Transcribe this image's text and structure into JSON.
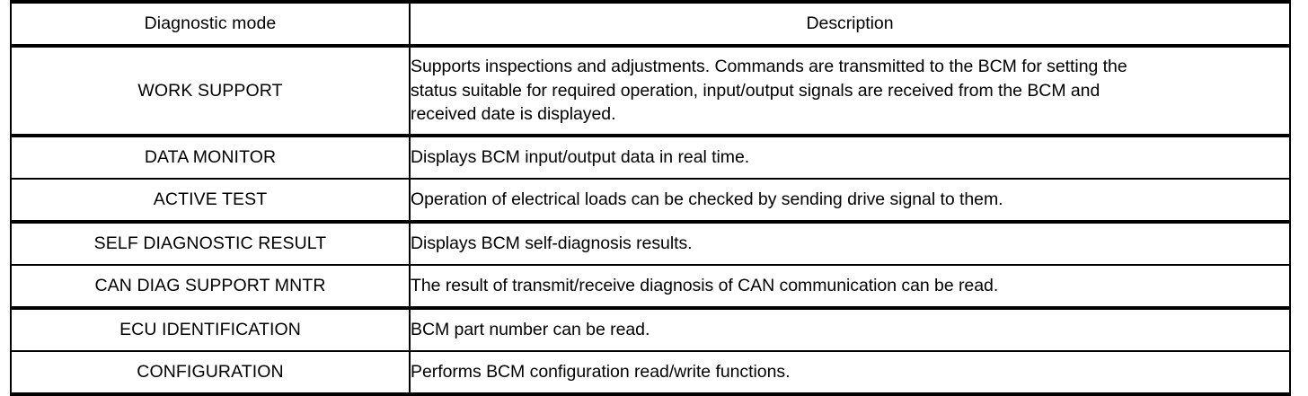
{
  "table": {
    "columns": [
      {
        "key": "mode",
        "label": "Diagnostic mode"
      },
      {
        "key": "description",
        "label": "Description"
      }
    ],
    "rows": [
      {
        "mode": "WORK SUPPORT",
        "description": "Supports inspections and adjustments. Commands are transmitted to the BCM for setting the status suitable for required operation, input/output signals are received from the BCM and received date is displayed.",
        "description_lines": [
          "Supports inspections and adjustments. Commands are transmitted to the BCM for setting the",
          "status suitable for required operation, input/output signals are received from the BCM and",
          "received date is displayed."
        ]
      },
      {
        "mode": "DATA MONITOR",
        "description": "Displays BCM input/output data in real time."
      },
      {
        "mode": "ACTIVE TEST",
        "description": "Operation of electrical loads can be checked by sending drive signal to them."
      },
      {
        "mode": "SELF DIAGNOSTIC RESULT",
        "description": "Displays BCM self-diagnosis results."
      },
      {
        "mode": "CAN DIAG SUPPORT MNTR",
        "description": "The result of transmit/receive diagnosis of CAN communication can be read."
      },
      {
        "mode": "ECU IDENTIFICATION",
        "description": "BCM part number can be read."
      },
      {
        "mode": "CONFIGURATION",
        "description": "Performs BCM configuration read/write functions."
      }
    ]
  },
  "colors": {
    "rule": "#000000",
    "text": "#000000",
    "background": "#ffffff"
  }
}
